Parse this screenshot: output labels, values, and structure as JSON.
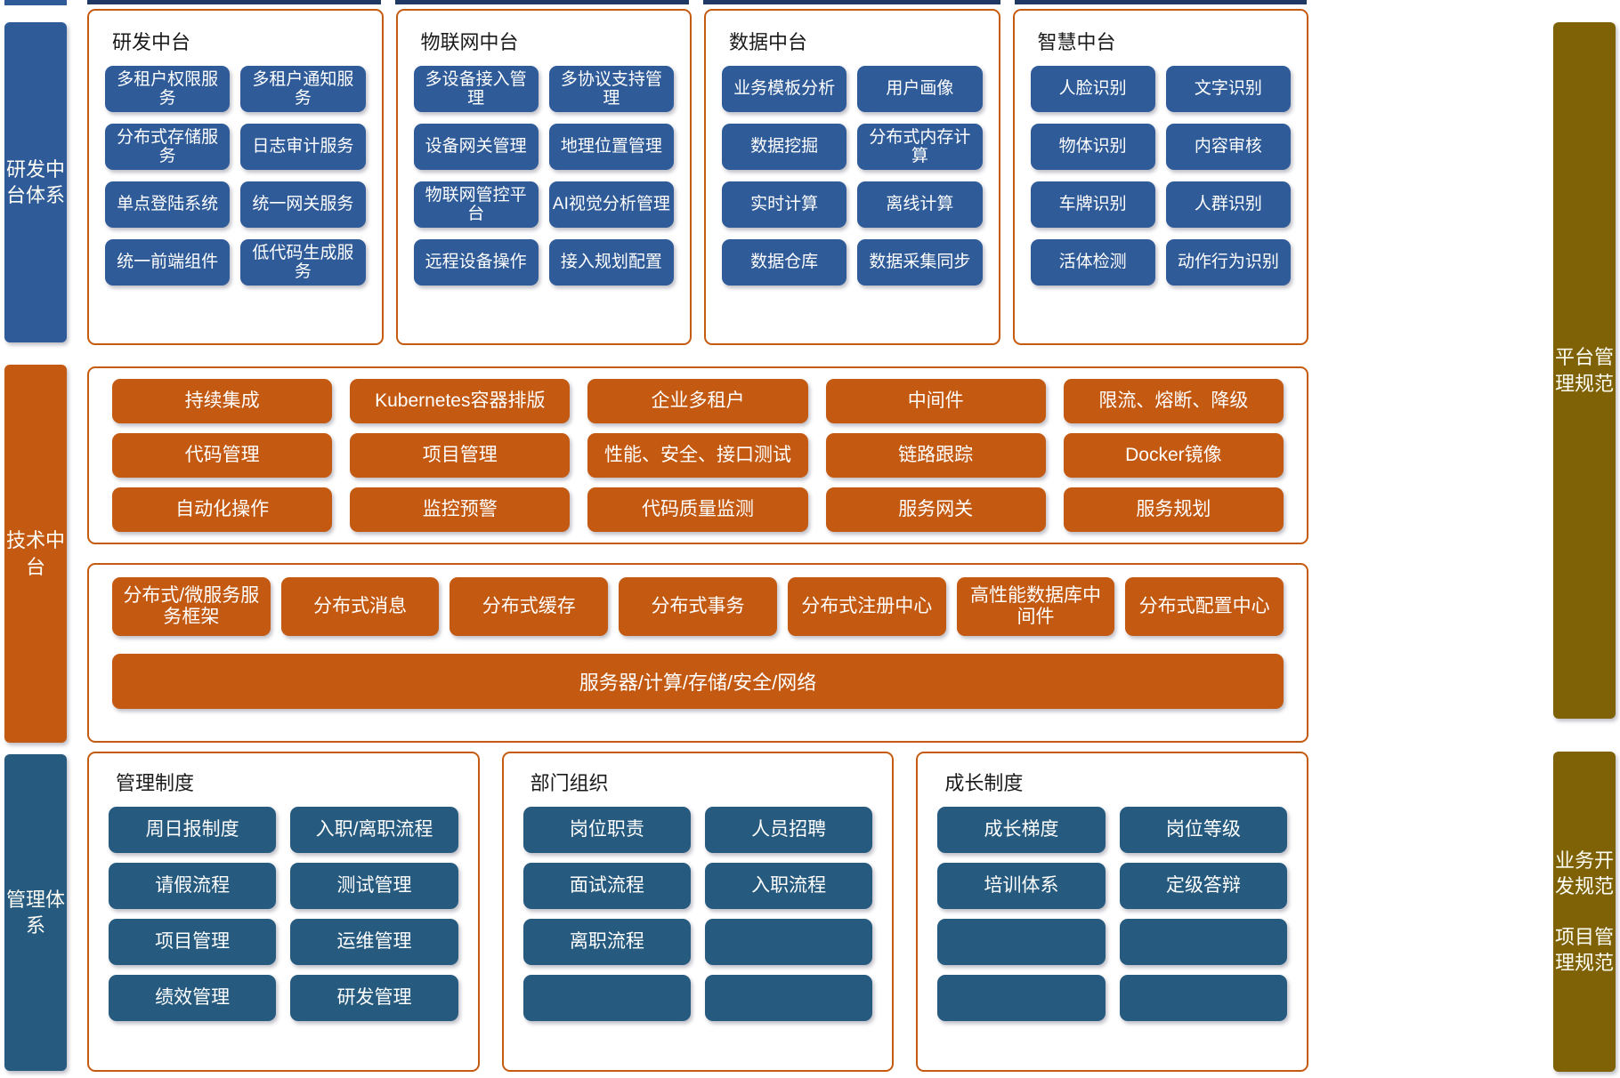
{
  "colors": {
    "blue_block": "#2f5b98",
    "steel_blue_block": "#265a7f",
    "orange_block": "#c45911",
    "orange_border": "#c55a11",
    "olive_rail": "#7e6205",
    "navy_strip": "#1f3864"
  },
  "rails": {
    "left": [
      {
        "label": "研发中台体系"
      },
      {
        "label": "技术中台"
      },
      {
        "label": "管理体系"
      }
    ],
    "right_top": "平台管理规范",
    "right_bottom_1": "业务开发规范",
    "right_bottom_2": "项目管理规范"
  },
  "top_groups": [
    {
      "title": "研发中台",
      "items": [
        "多租户权限服务",
        "多租户通知服务",
        "分布式存储服务",
        "日志审计服务",
        "单点登陆系统",
        "统一网关服务",
        "统一前端组件",
        "低代码生成服务"
      ]
    },
    {
      "title": "物联网中台",
      "items": [
        "多设备接入管理",
        "多协议支持管理",
        "设备网关管理",
        "地理位置管理",
        "物联网管控平台",
        "AI视觉分析管理",
        "远程设备操作",
        "接入规划配置"
      ]
    },
    {
      "title": "数据中台",
      "items": [
        "业务模板分析",
        "用户画像",
        "数据挖掘",
        "分布式内存计算",
        "实时计算",
        "离线计算",
        "数据仓库",
        "数据采集同步"
      ]
    },
    {
      "title": "智慧中台",
      "items": [
        "人脸识别",
        "文字识别",
        "物体识别",
        "内容审核",
        "车牌识别",
        "人群识别",
        "活体检测",
        "动作行为识别"
      ]
    }
  ],
  "tech_box1": {
    "items": [
      "持续集成",
      "Kubernetes容器排版",
      "企业多租户",
      "中间件",
      "限流、熔断、降级",
      "代码管理",
      "项目管理",
      "性能、安全、接口测试",
      "链路跟踪",
      "Docker镜像",
      "自动化操作",
      "监控预警",
      "代码质量监测",
      "服务网关",
      "服务规划"
    ]
  },
  "tech_box2": {
    "items": [
      "分布式/微服务服务框架",
      "分布式消息",
      "分布式缓存",
      "分布式事务",
      "分布式注册中心",
      "高性能数据库中间件",
      "分布式配置中心"
    ],
    "bar": "服务器/计算/存储/安全/网络"
  },
  "bottom_groups": [
    {
      "title": "管理制度",
      "items": [
        "周日报制度",
        "入职/离职流程",
        "请假流程",
        "测试管理",
        "项目管理",
        "运维管理",
        "绩效管理",
        "研发管理"
      ]
    },
    {
      "title": "部门组织",
      "items": [
        "岗位职责",
        "人员招聘",
        "面试流程",
        "入职流程",
        "离职流程",
        "",
        "",
        ""
      ]
    },
    {
      "title": "成长制度",
      "items": [
        "成长梯度",
        "岗位等级",
        "培训体系",
        "定级答辩",
        "",
        "",
        "",
        ""
      ]
    }
  ]
}
